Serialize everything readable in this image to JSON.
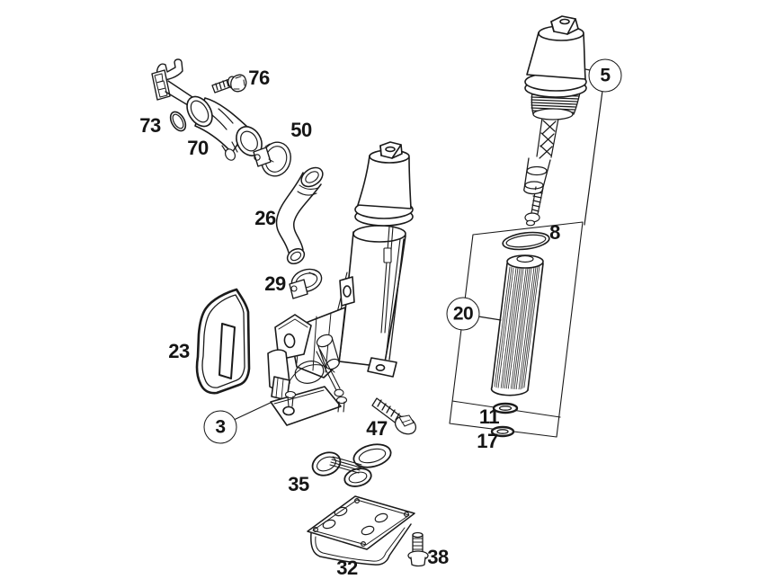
{
  "diagram": {
    "kind": "exploded-parts-diagram",
    "background_color": "#ffffff",
    "line_color": "#1b1b1b"
  },
  "labels": {
    "n76": "76",
    "n73": "73",
    "n70": "70",
    "n50": "50",
    "n26": "26",
    "n29": "29",
    "n23": "23",
    "n47": "47",
    "n35": "35",
    "n32": "32",
    "n38": "38",
    "n8": "8",
    "n11": "11",
    "n17": "17"
  },
  "circled_labels": {
    "n3": "3",
    "n5": "5",
    "n20": "20"
  }
}
